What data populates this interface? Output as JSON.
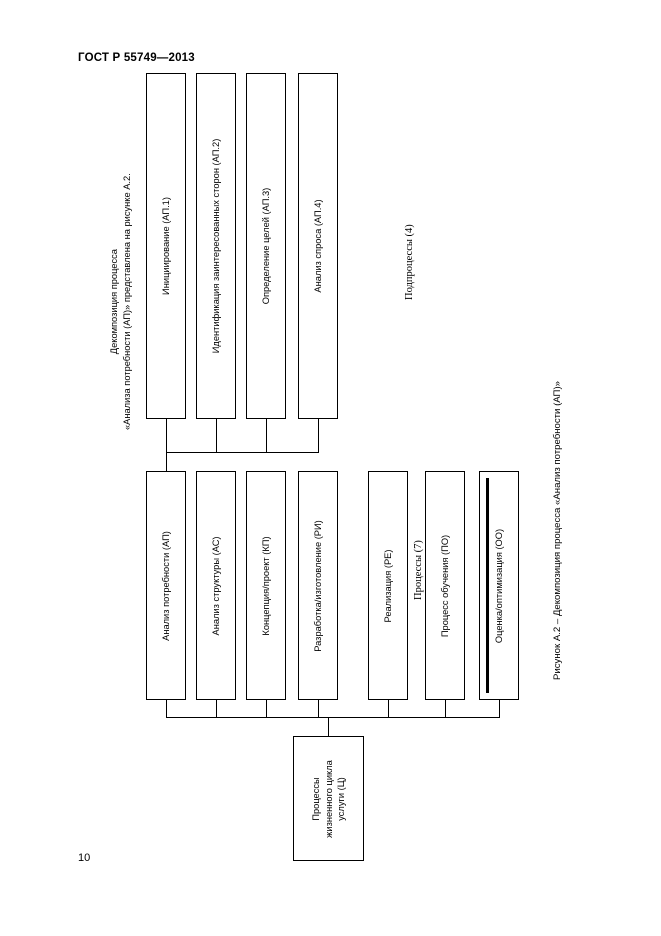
{
  "document": {
    "standard_header": "ГОСТ Р 55749—2013",
    "page_number": "10",
    "figure_caption": "Рисунок А.2 – Декомпозиция процесса «Анализ потребности (АП)»",
    "side_note_line1": "Декомпозиция процесса",
    "side_note_line2": "«Анализа потребности (АП)» представлена на рисунке А.2."
  },
  "diagram": {
    "group_labels": {
      "subprocesses": "Подпроцессы (4)",
      "processes": "Процессы (7)"
    },
    "subprocess_boxes": [
      {
        "label": "Инициирование (АП.1)"
      },
      {
        "label": "Идентификация заинтересованных сторон (АП.2)"
      },
      {
        "label": "Определение целей (АП.3)"
      },
      {
        "label": "Анализ спроса (АП.4)"
      }
    ],
    "process_boxes": [
      {
        "label": "Анализ потребности (АП)",
        "accent": "bar"
      },
      {
        "label": "Анализ структуры (АС)"
      },
      {
        "label": "Концепция/проект (КП)"
      },
      {
        "label": "Разработка/изготовление (РИ)"
      },
      {
        "label": "Реализация (РЕ)"
      },
      {
        "label": "Процесс обучения (ПО)"
      },
      {
        "label": "Оценка/оптимизация (ОО)",
        "accent": "bar"
      }
    ],
    "root_box": {
      "line1": "Процессы",
      "line2": "жизненного цикла",
      "line3": "услуги (Ц)"
    }
  }
}
